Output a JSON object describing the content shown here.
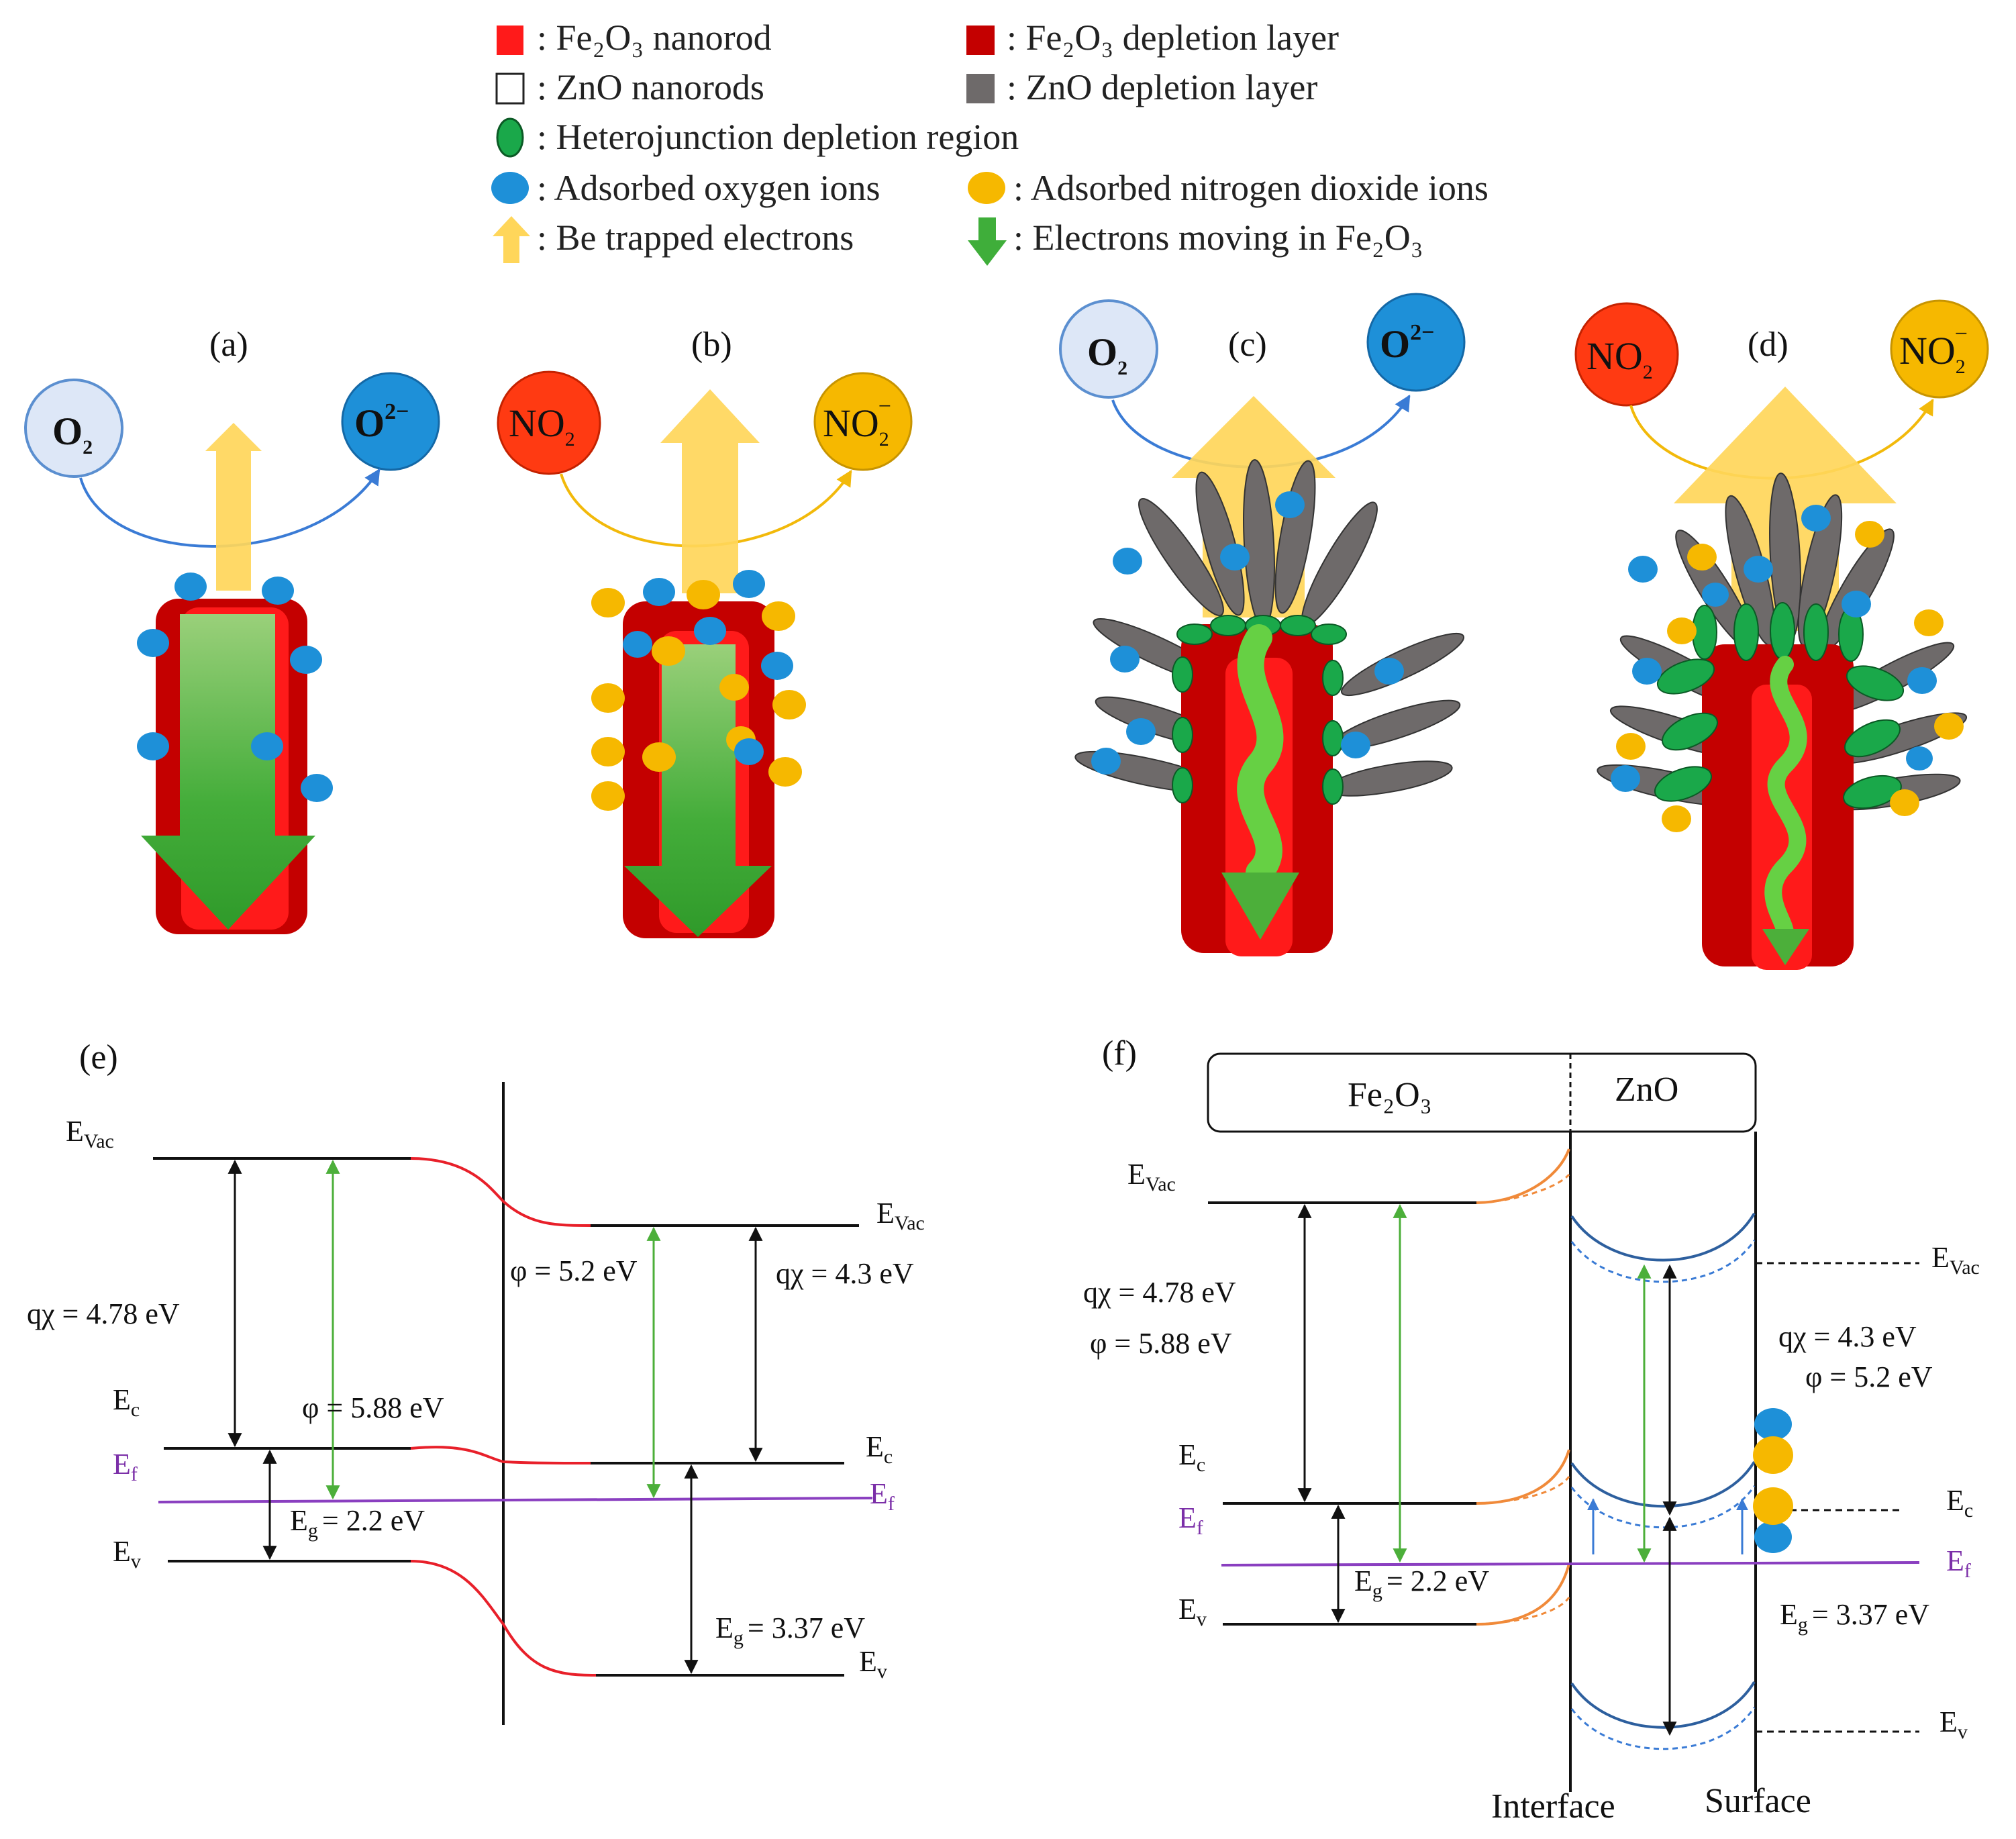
{
  "legend": {
    "fe2o3_nanorod": ": Fe₂O₃ nanorod",
    "fe2o3_depletion": ": Fe₂O₃ depletion layer",
    "zno_nanorods": ": ZnO nanorods",
    "zno_depletion": ": ZnO depletion layer",
    "heterojunction": ": Heterojunction depletion region",
    "oxygen_ions": ": Adsorbed oxygen ions",
    "no2_ions": ": Adsorbed nitrogen dioxide ions",
    "trapped_electrons": ": Be trapped electrons",
    "electrons_moving": ": Electrons moving in Fe₂O₃"
  },
  "panels": {
    "a": "(a)",
    "b": "(b)",
    "c": "(c)",
    "d": "(d)",
    "e": "(e)",
    "f": "(f)"
  },
  "species": {
    "o2": "O",
    "o2_sub": "2",
    "o2minus": "O",
    "o2minus_sup": "2−",
    "no2": "NO",
    "no2_sub": "2",
    "no2minus": "NO",
    "no2minus_sub": "2",
    "no2minus_sup": "−"
  },
  "band_e": {
    "evac": "E",
    "evac_sub": "Vac",
    "ec": "E",
    "ec_sub": "c",
    "ef": "E",
    "ef_sub": "f",
    "ev": "E",
    "ev_sub": "v",
    "qchi_left": "qχ = 4.78 eV",
    "phi_left": "φ = 5.88 eV",
    "eg_left": "= 2.2 eV",
    "phi_right": "φ = 5.2 eV",
    "qchi_right": "qχ = 4.3 eV",
    "eg_right": "= 3.37 eV"
  },
  "band_f": {
    "fe2o3": "Fe₂O₃",
    "zno": "ZnO",
    "qchi_left": "qχ = 4.78 eV",
    "phi_left": "φ = 5.88 eV",
    "eg_left": "= 2.2 eV",
    "qchi_right": "qχ = 4.3 eV",
    "phi_right": "φ = 5.2 eV",
    "eg_right": "= 3.37 eV",
    "interface": "Interface",
    "surface": "Surface"
  },
  "colors": {
    "rod_red": "#e00000",
    "depletion_red": "#c40000",
    "zno_gray": "#6e6a6a",
    "junction_green": "#1aa84a",
    "oxygen_blue": "#1e90d8",
    "no2_yellow": "#f6b800",
    "trapped_arrow": "#ffd65a",
    "electron_green": "#3fae3a",
    "fermi_purple": "#8a3fc0",
    "band_blue": "#2d5f9e",
    "band_orange": "#f08a3a"
  }
}
